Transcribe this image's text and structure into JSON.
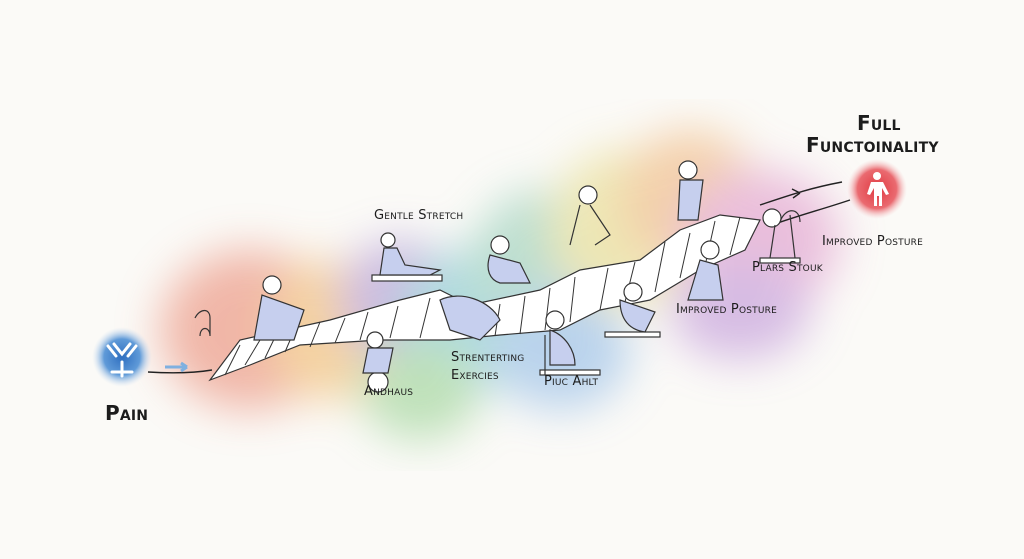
{
  "start": {
    "label": "Pain",
    "icon": "pain-icon",
    "color": "#3b7fc4"
  },
  "goal": {
    "label_line1": "Full",
    "label_line2": "Functoinality",
    "icon": "person-icon",
    "color": "#e0434b"
  },
  "steps": [
    {
      "label": "Gentle Stretch"
    },
    {
      "label": "Andhaus"
    },
    {
      "label_line1": "Strenterting",
      "label_line2": "Exercies"
    },
    {
      "label": "Piuc Ahlt"
    },
    {
      "label": "Improved Posture"
    },
    {
      "label": "Plars Stouk"
    },
    {
      "label": "Improved Posture"
    }
  ]
}
